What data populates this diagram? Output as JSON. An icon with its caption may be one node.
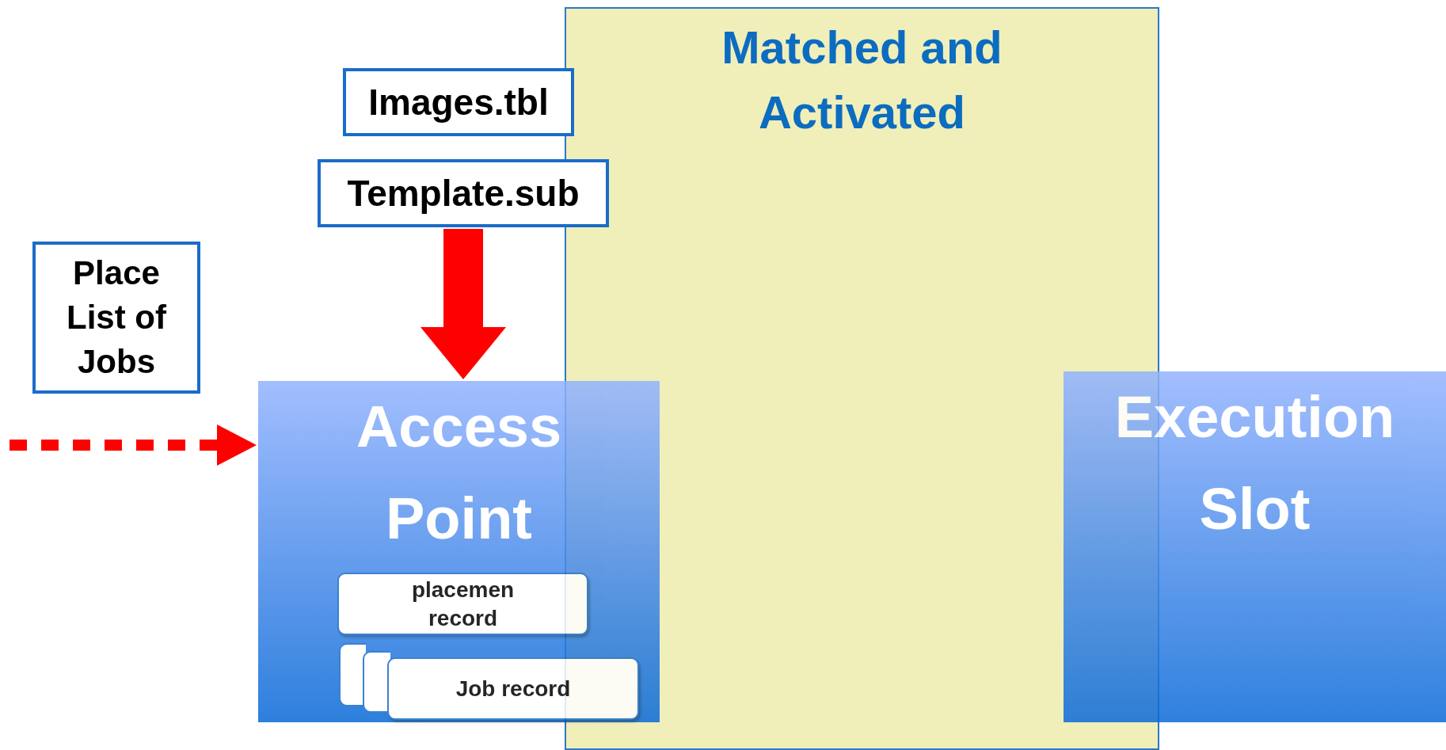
{
  "diagram": {
    "nodes": [
      {
        "text": [
          "Matched and Activated"
        ]
      },
      {
        "text": [
          "Images.tbl"
        ]
      },
      {
        "text": [
          "Template.sub"
        ]
      },
      {
        "text": [
          "Place List of Jobs"
        ]
      },
      {
        "text": [
          "Access Point"
        ]
      },
      {
        "text": [
          "placemen record"
        ],
        "in": 4
      },
      {
        "text": [],
        "shape": "box",
        "in": 4
      },
      {
        "text": [],
        "shape": "box",
        "in": 4
      },
      {
        "text": [
          "Job record"
        ],
        "in": 4
      },
      {
        "text": [
          "Execution Slot"
        ]
      }
    ],
    "edges": [
      {
        "from": 2,
        "to": 4,
        "arrow": "to",
        "style": "thick",
        "color": "#ff0000"
      },
      {
        "from": null,
        "to": 4,
        "arrow": "to",
        "style": "dashed",
        "color": "#ff0000"
      }
    ]
  }
}
